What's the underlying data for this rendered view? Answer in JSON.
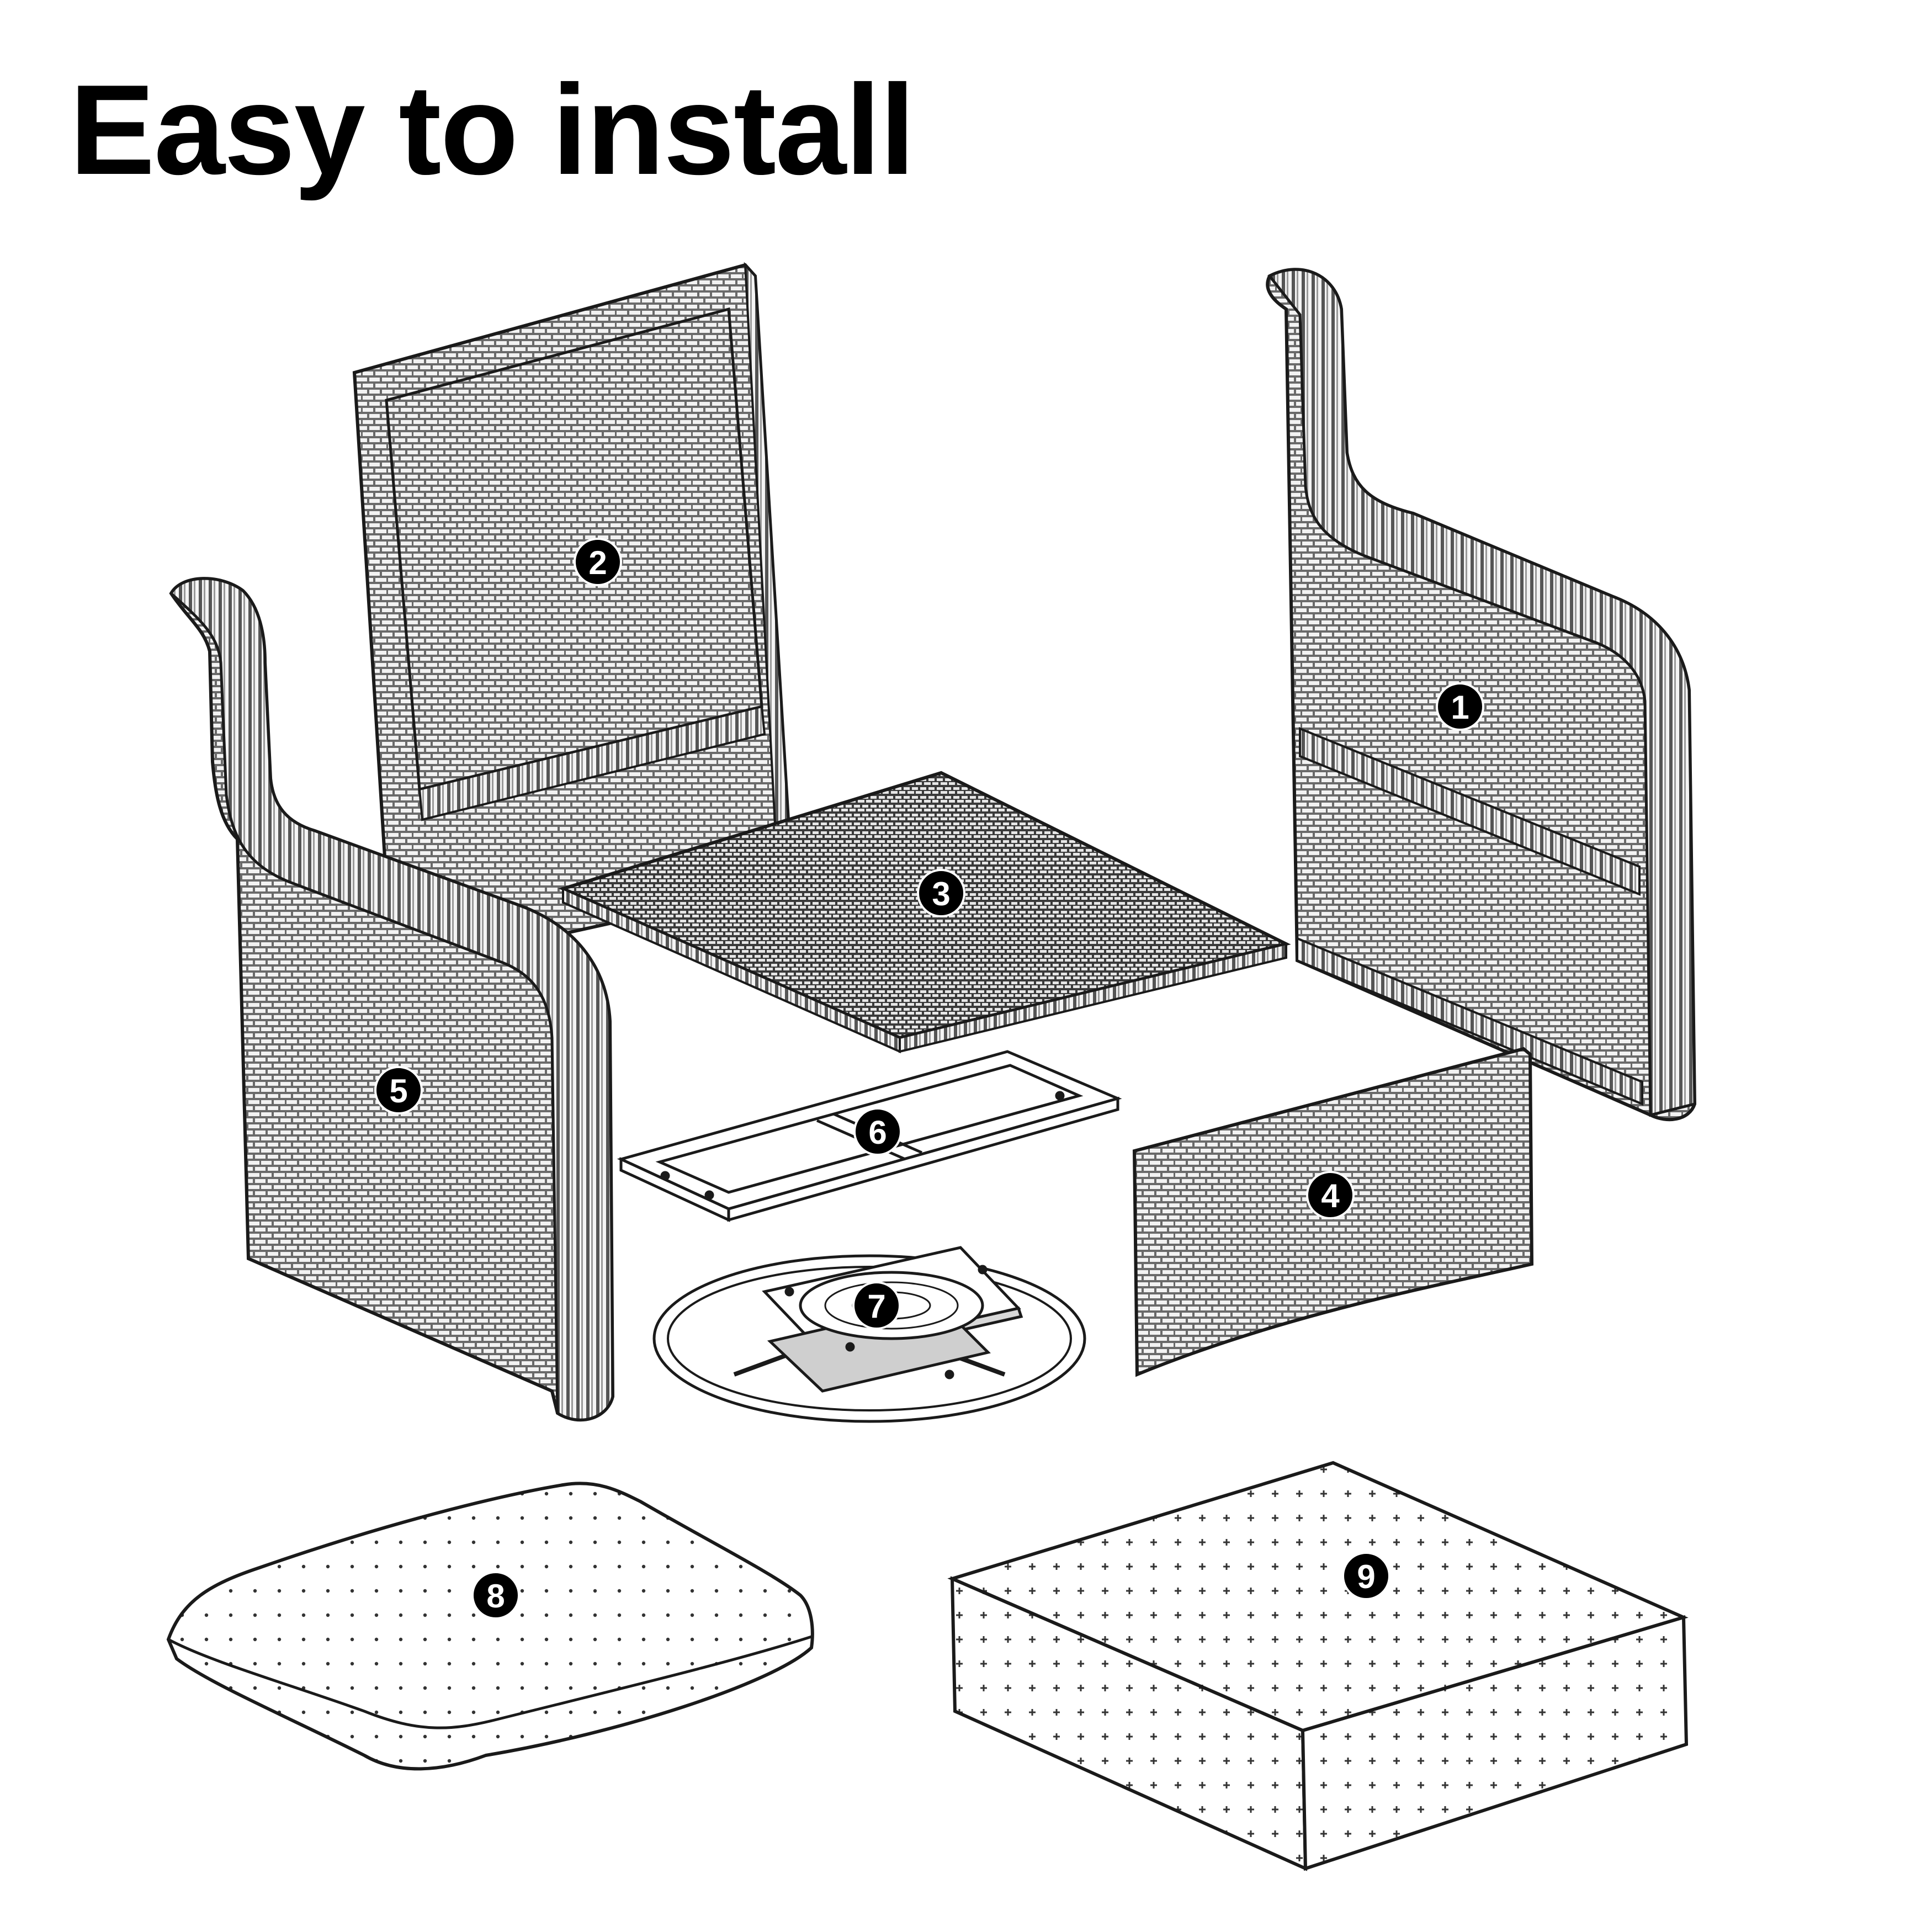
{
  "title": "Easy to install",
  "colors": {
    "line": "#1a1a1a",
    "wicker_fill": "#5a5a5a",
    "background": "#ffffff",
    "badge": "#000000",
    "badge_text": "#ffffff"
  },
  "parts": [
    {
      "id": "1",
      "name": "right-armrest-panel"
    },
    {
      "id": "2",
      "name": "backrest"
    },
    {
      "id": "3",
      "name": "seat-panel"
    },
    {
      "id": "4",
      "name": "front-apron-panel"
    },
    {
      "id": "5",
      "name": "left-armrest-panel"
    },
    {
      "id": "6",
      "name": "base-frame"
    },
    {
      "id": "7",
      "name": "swivel-base"
    },
    {
      "id": "8",
      "name": "back-cushion"
    },
    {
      "id": "9",
      "name": "seat-cushion"
    }
  ]
}
